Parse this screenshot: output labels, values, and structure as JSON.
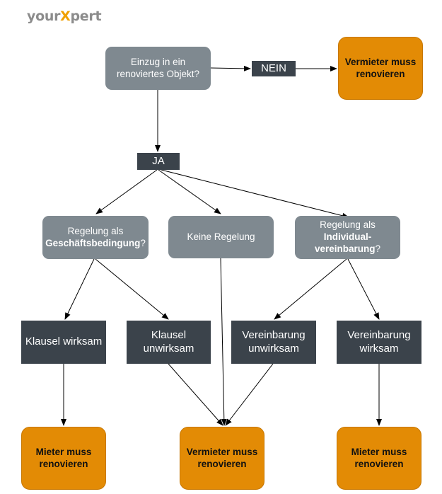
{
  "logo": {
    "prefix": "your",
    "x": "X",
    "suffix": "pert"
  },
  "nodes": {
    "start": {
      "line1": "Einzug in ein",
      "line2": "renoviertes Objekt?"
    },
    "nein": "NEIN",
    "vermieter_top": {
      "line1": "Vermieter muss",
      "line2": "renovieren"
    },
    "ja": "JA",
    "gb": {
      "line1": "Regelung als",
      "bold": "Geschäftsbedingung",
      "suffix": "?"
    },
    "keine": "Keine Regelung",
    "iv": {
      "line1": "Regelung als",
      "bold1": "Individual-",
      "bold2": "vereinbarung",
      "suffix": "?"
    },
    "kw": {
      "line1": "Klausel",
      "line2": "wirksam"
    },
    "ku": {
      "line1": "Klausel",
      "line2": "unwirksam"
    },
    "vu": {
      "line1": "Vereinbarung",
      "line2": "unwirksam"
    },
    "vw": {
      "line1": "Vereinbarung",
      "line2": "wirksam"
    },
    "mieter_left": {
      "line1": "Mieter muss",
      "line2": "renovieren"
    },
    "vermieter_bottom": {
      "line1": "Vermieter muss",
      "line2": "renovieren"
    },
    "mieter_right": {
      "line1": "Mieter muss",
      "line2": "renovieren"
    }
  },
  "colors": {
    "question": "#7f8990",
    "state": "#3b434b",
    "outcome": "#e38b05",
    "brand_accent": "#f0a000",
    "brand_text": "#8c8c8c"
  }
}
